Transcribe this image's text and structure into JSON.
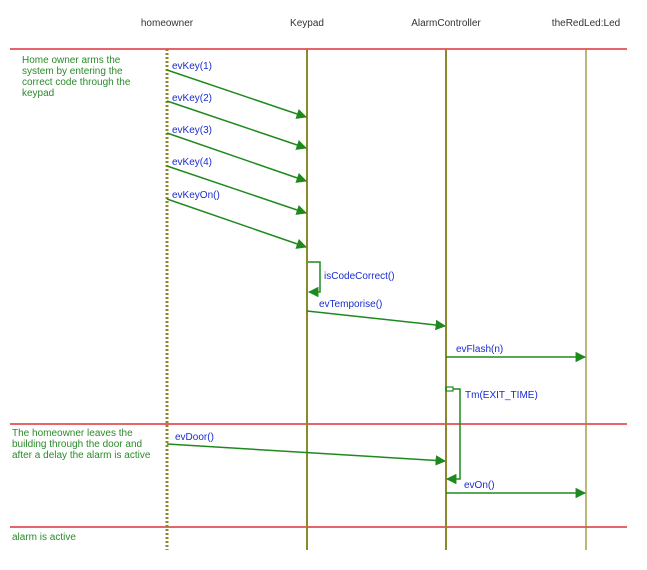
{
  "lifelines": [
    {
      "id": "homeowner",
      "label": "homeowner"
    },
    {
      "id": "keypad",
      "label": "Keypad"
    },
    {
      "id": "controller",
      "label": "AlarmController"
    },
    {
      "id": "led",
      "label": "theRedLed:Led"
    }
  ],
  "messages": [
    {
      "label": "evKey(1)"
    },
    {
      "label": "evKey(2)"
    },
    {
      "label": "evKey(3)"
    },
    {
      "label": "evKey(4)"
    },
    {
      "label": "evKeyOn()"
    },
    {
      "label": "isCodeCorrect()"
    },
    {
      "label": "evTemporise()"
    },
    {
      "label": "evFlash(n)"
    },
    {
      "label": "Tm(EXIT_TIME)"
    },
    {
      "label": "evDoor()"
    },
    {
      "label": "evOn()"
    }
  ],
  "notes": [
    {
      "text": "Home owner arms the system by entering the correct code through the keypad"
    },
    {
      "text": "The homeowner leaves the building through the door and after a delay the alarm is active"
    },
    {
      "text": "alarm is active"
    }
  ],
  "colors": {
    "separator": "#e0303a",
    "lifeline": "#8a8a2a",
    "message_arrow": "#1e8a1e",
    "message_label": "#1a2bd0",
    "note_text": "#2a8a2a"
  }
}
